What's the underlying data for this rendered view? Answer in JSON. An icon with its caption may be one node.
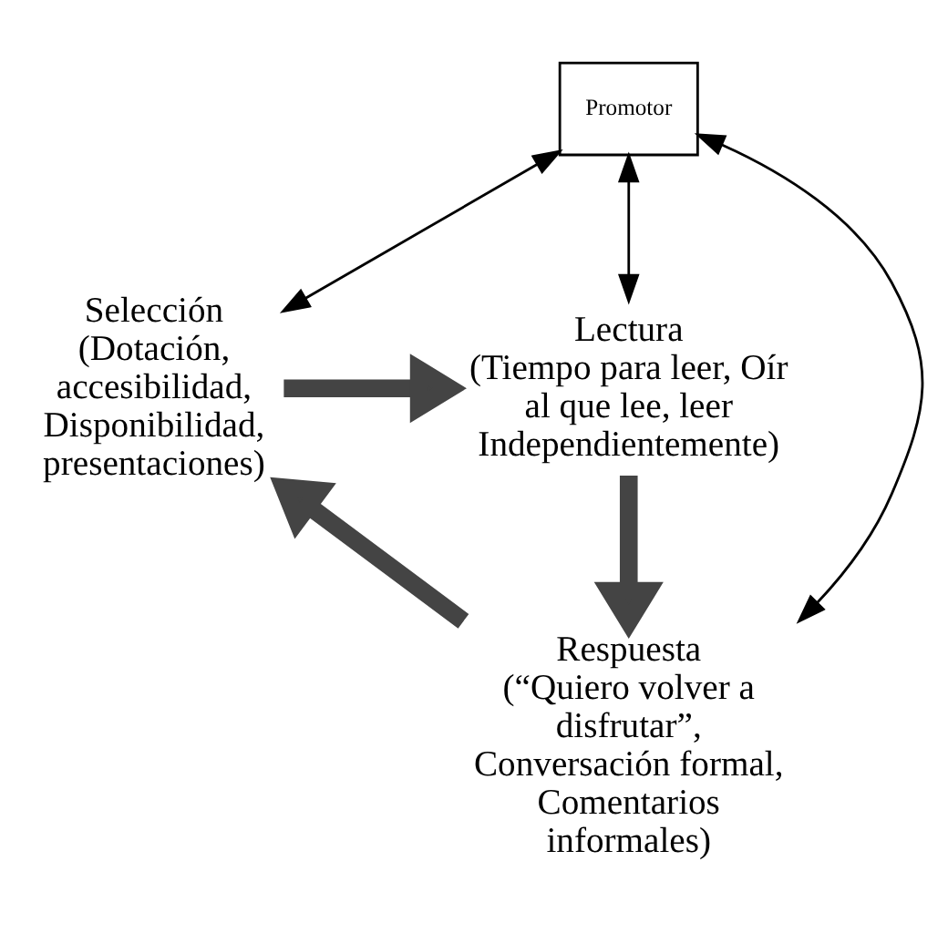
{
  "diagram": {
    "nodes": [
      {
        "text": [
          "Lectura",
          "(Tiempo para leer, Oír al que lee, leer Independientemente)"
        ]
      },
      {
        "text": [
          "Selección",
          "(Dotación, accesibilidad, Disponibilidad, presentaciones)"
        ]
      },
      {
        "text": [
          "Promotor"
        ]
      },
      {
        "text": [
          "Respuesta",
          "(“Quiero volver a disfrutar”, Conversación formal, Comentarios informales)"
        ]
      }
    ],
    "edges": [
      {
        "from": 1,
        "to": 0,
        "arrow": "to",
        "style": "thick"
      },
      {
        "from": 0,
        "to": 3,
        "arrow": "to",
        "style": "thick"
      },
      {
        "from": 3,
        "to": 1,
        "arrow": "to",
        "style": "thick"
      },
      {
        "from": 2,
        "to": 0,
        "arrow": "both"
      },
      {
        "from": 2,
        "to": 1,
        "arrow": "both"
      },
      {
        "from": 2,
        "to": 3,
        "arrow": "both"
      }
    ]
  }
}
